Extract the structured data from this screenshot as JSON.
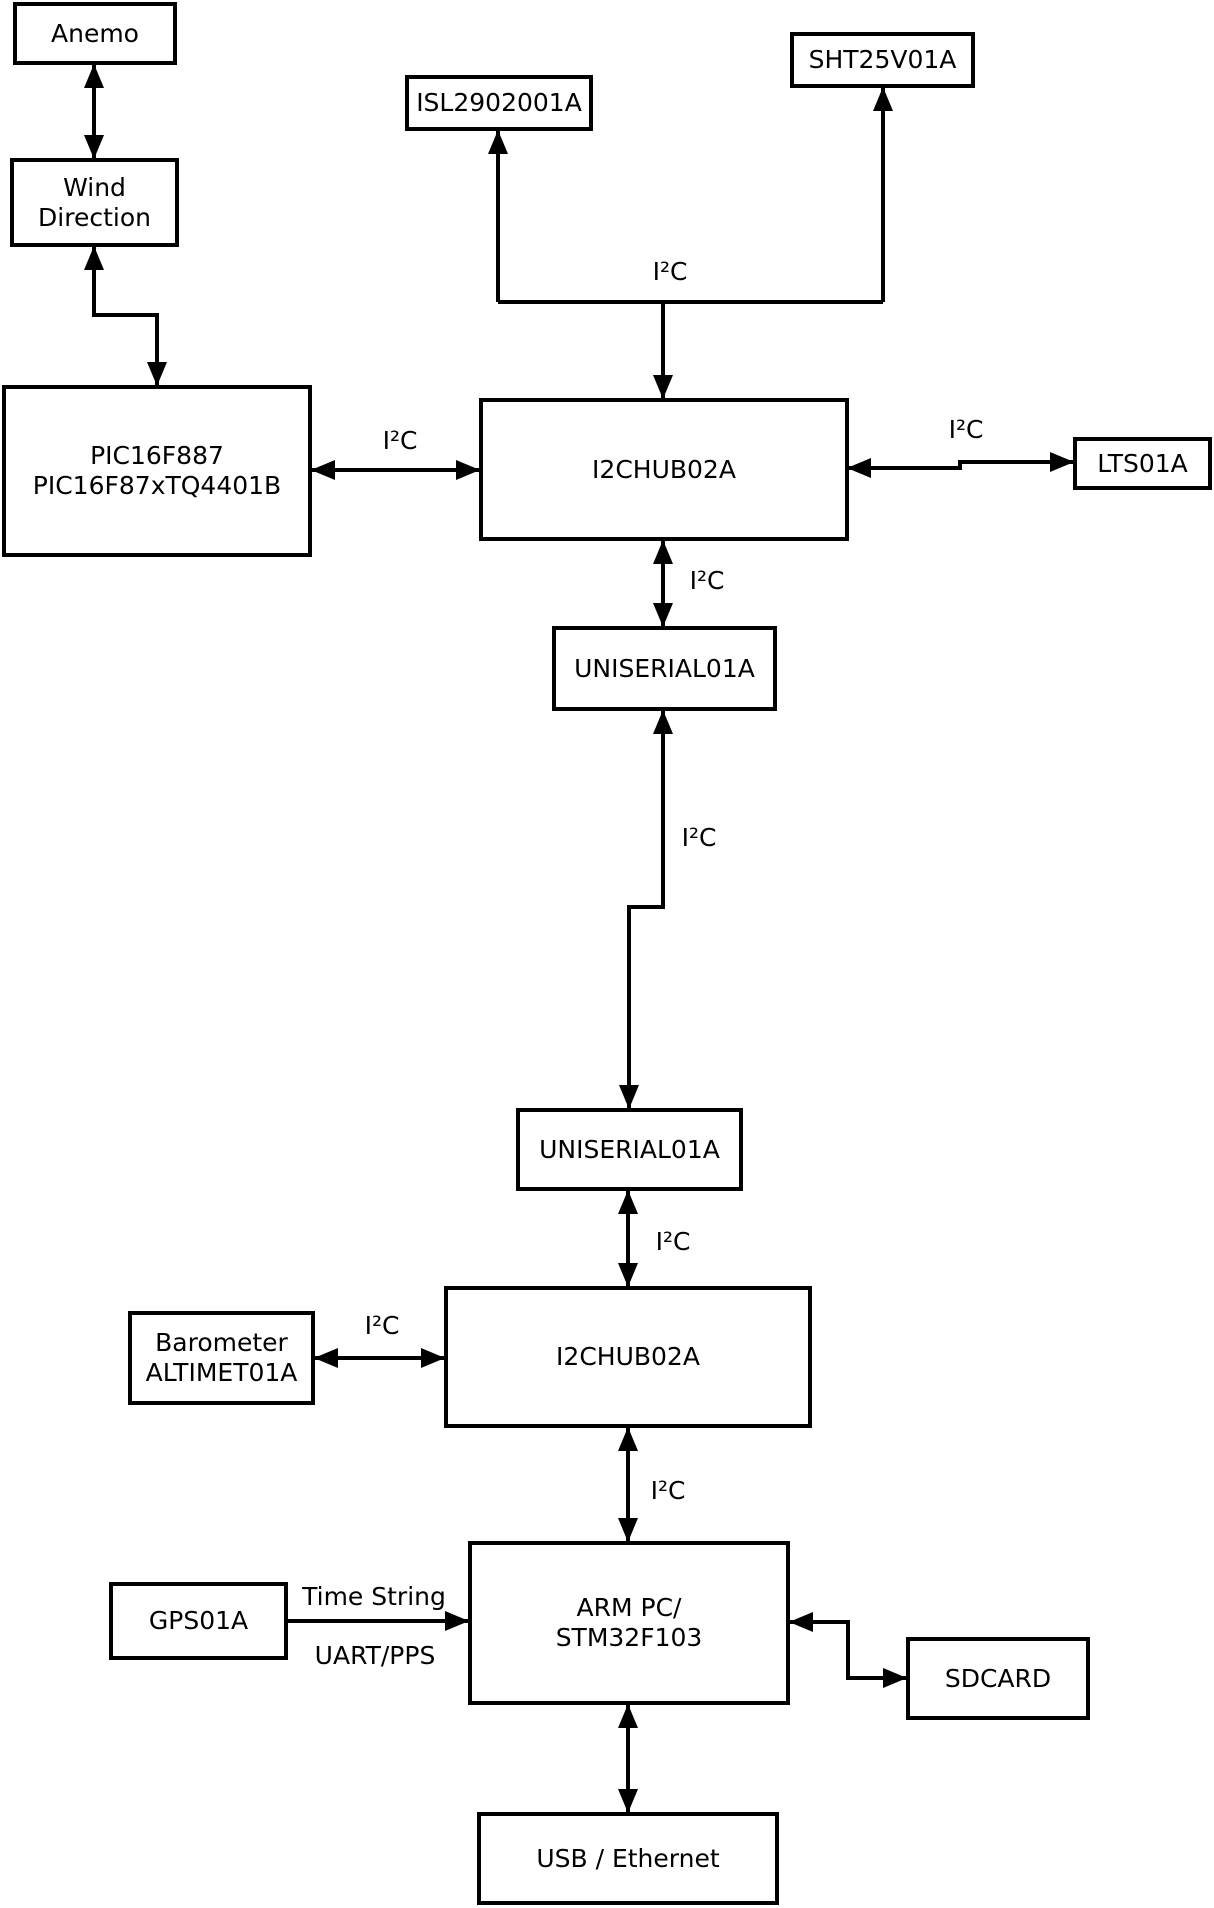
{
  "diagram": {
    "nodes": {
      "anemo": {
        "label": "Anemo"
      },
      "wind": {
        "line1": "Wind",
        "line2": "Direction"
      },
      "pic": {
        "line1": "PIC16F887",
        "line2": "PIC16F87xTQ4401B"
      },
      "isl": {
        "label": "ISL2902001A"
      },
      "sht": {
        "label": "SHT25V01A"
      },
      "hub1": {
        "label": "I2CHUB02A"
      },
      "lts": {
        "label": "LTS01A"
      },
      "uniserial1": {
        "label": "UNISERIAL01A"
      },
      "uniserial2": {
        "label": "UNISERIAL01A"
      },
      "hub2": {
        "label": "I2CHUB02A"
      },
      "barometer": {
        "line1": "Barometer",
        "line2": "ALTIMET01A"
      },
      "gps": {
        "label": "GPS01A"
      },
      "arm": {
        "line1": "ARM PC/",
        "line2": "STM32F103"
      },
      "sdcard": {
        "label": "SDCARD"
      },
      "usb": {
        "label": "USB / Ethernet"
      }
    },
    "edge_labels": {
      "i2c_pic_hub1": "I²C",
      "i2c_sensor_bus": "I²C",
      "i2c_hub1_lts": "I²C",
      "i2c_hub1_uniserial1": "I²C",
      "i2c_uniserial_link": "I²C",
      "i2c_uniserial2_hub2": "I²C",
      "i2c_baro_hub2": "I²C",
      "i2c_hub2_arm": "I²C",
      "time_string": "Time String",
      "uart_pps": "UART/PPS"
    },
    "colors": {
      "line": "#000000",
      "background": "#ffffff",
      "box_fill": "#ffffff"
    }
  }
}
